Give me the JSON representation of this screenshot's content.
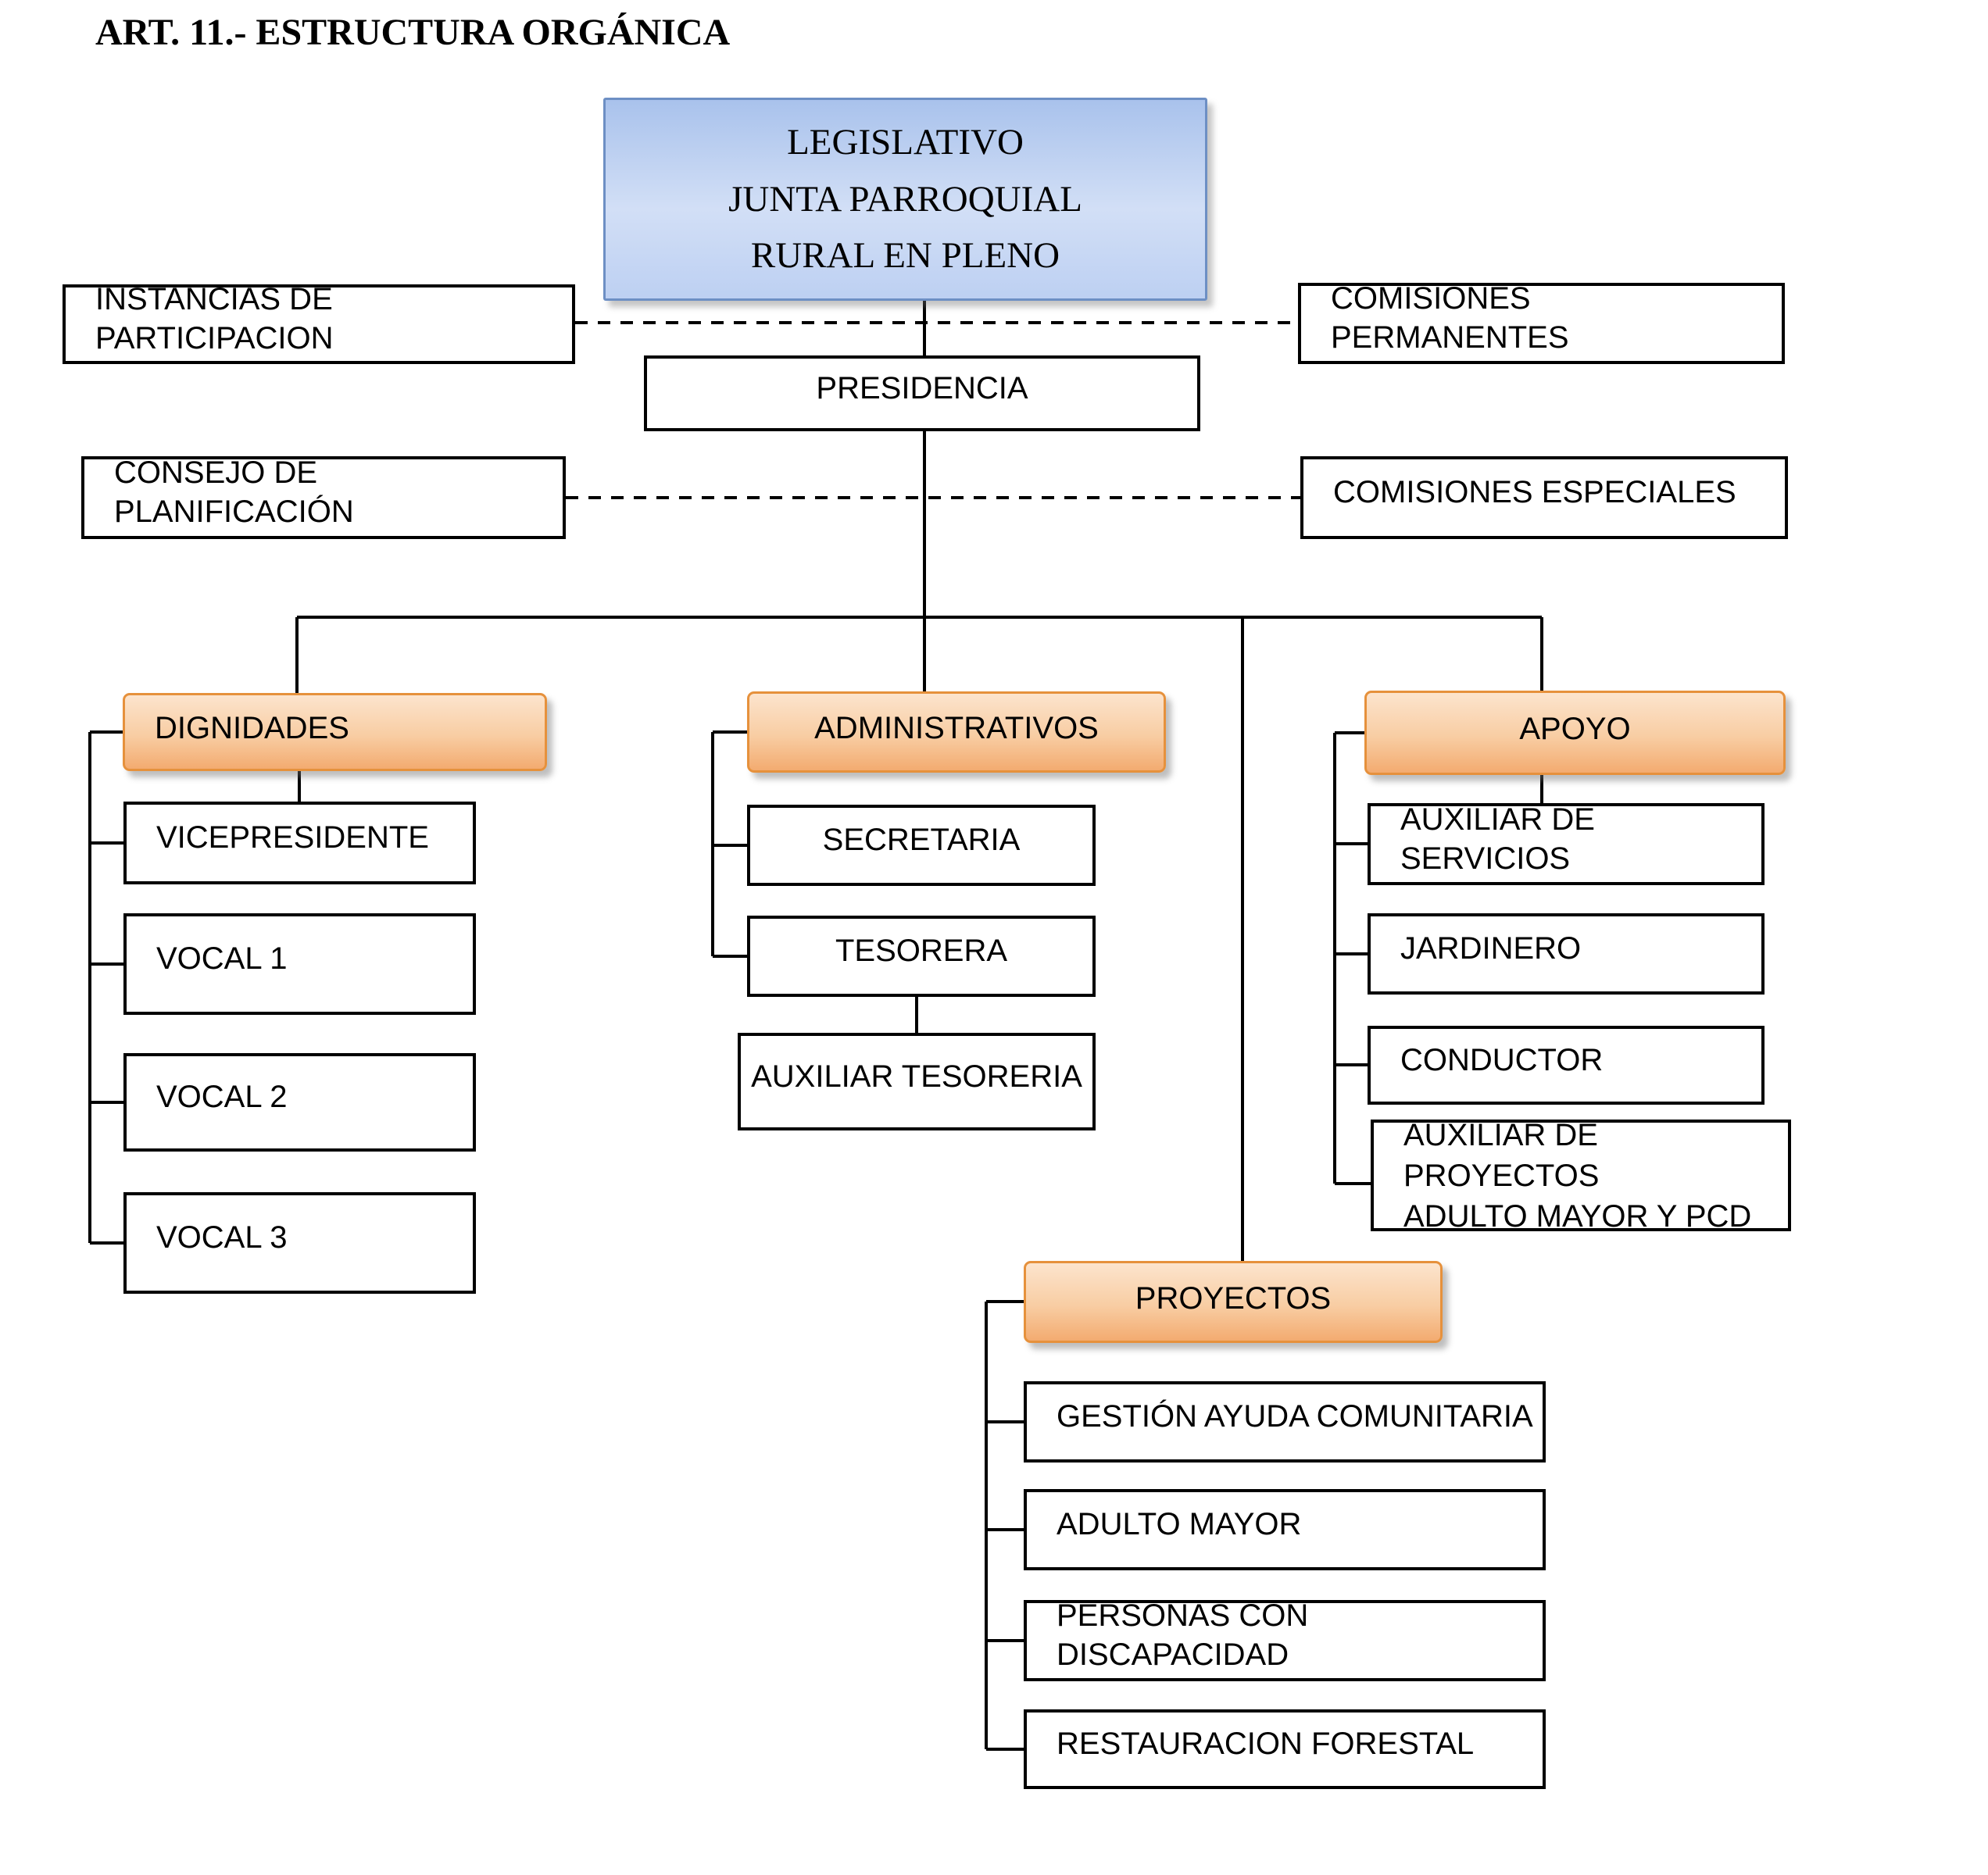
{
  "title": "ART. 11.- ESTRUCTURA ORGÁNICA",
  "colors": {
    "line": "#000000",
    "blue_fill_top": "#a9c2ec",
    "blue_fill_bottom": "#bdd0f2",
    "blue_border": "#6d8fc4",
    "orange_fill_top": "#fce4cd",
    "orange_fill_bottom": "#f3ab70",
    "orange_border": "#e6913c",
    "box_border": "#000000",
    "text": "#000000"
  },
  "nodes": {
    "legislativo": {
      "lines": [
        "LEGISLATIVO",
        "JUNTA PARROQUIAL",
        "RURAL EN PLENO"
      ]
    },
    "instancias": {
      "label": "INSTANCIAS DE PARTICIPACION"
    },
    "comisiones_permanentes": {
      "label": "COMISIONES PERMANENTES"
    },
    "presidencia": {
      "label": "PRESIDENCIA"
    },
    "consejo": {
      "label": "CONSEJO DE PLANIFICACIÓN"
    },
    "comisiones_especiales": {
      "label": "COMISIONES ESPECIALES"
    },
    "dignidades": {
      "label": "DIGNIDADES"
    },
    "vicepresidente": {
      "label": "VICEPRESIDENTE"
    },
    "vocal1": {
      "label": "VOCAL 1"
    },
    "vocal2": {
      "label": "VOCAL 2"
    },
    "vocal3": {
      "label": "VOCAL 3"
    },
    "administrativos": {
      "label": "ADMINISTRATIVOS"
    },
    "secretaria": {
      "label": "SECRETARIA"
    },
    "tesorera": {
      "label": "TESORERA"
    },
    "auxiliar_tesoreria": {
      "label": "AUXILIAR TESORERIA"
    },
    "apoyo": {
      "label": "APOYO"
    },
    "auxiliar_servicios": {
      "label": "AUXILIAR DE SERVICIOS"
    },
    "jardinero": {
      "label": "JARDINERO"
    },
    "conductor": {
      "label": "CONDUCTOR"
    },
    "auxiliar_proyectos": {
      "lines": [
        "AUXILIAR DE PROYECTOS",
        "ADULTO MAYOR Y PCD"
      ]
    },
    "proyectos": {
      "label": "PROYECTOS"
    },
    "gestion": {
      "label": "GESTIÓN AYUDA COMUNITARIA"
    },
    "adulto_mayor": {
      "label": "ADULTO MAYOR"
    },
    "personas": {
      "label": "PERSONAS CON DISCAPACIDAD"
    },
    "restauracion": {
      "label": "RESTAURACION FORESTAL"
    }
  }
}
